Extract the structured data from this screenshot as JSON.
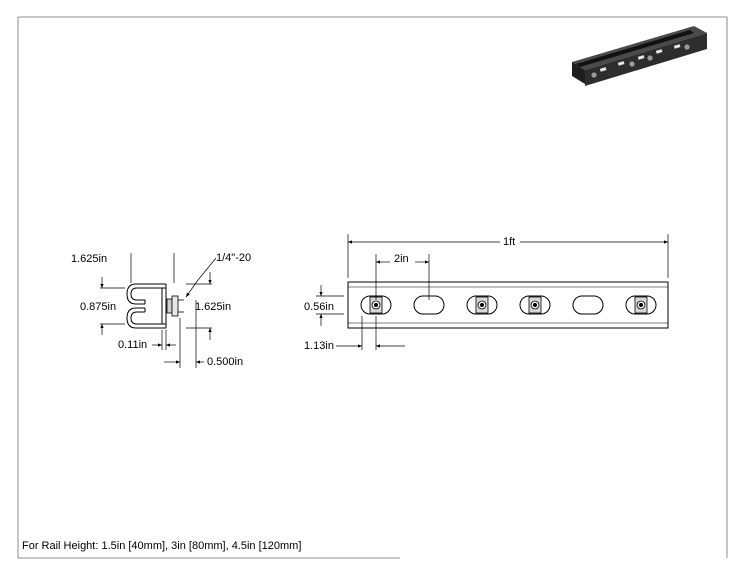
{
  "profile_view": {
    "width_label": "1.625in",
    "slot_width_label": "0.875in",
    "height_label": "1.625in",
    "bolt_label": "1/4\"-20",
    "wall_label": "0.11in",
    "bolt_offset_label": "0.500in"
  },
  "side_view": {
    "length_label": "1ft",
    "hole_spacing_label": "2in",
    "hole_height_label": "0.56in",
    "first_hole_label": "1.13in",
    "holes": [
      "bolt",
      "slot",
      "bolt",
      "bolt",
      "slot",
      "bolt"
    ]
  },
  "footnote": "For Rail Height: 1.5in [40mm], 3in [80mm], 4.5in [120mm]",
  "colors": {
    "line": "#000000",
    "rail_dark": "#2b2b2b",
    "border": "#6e6e6e"
  }
}
